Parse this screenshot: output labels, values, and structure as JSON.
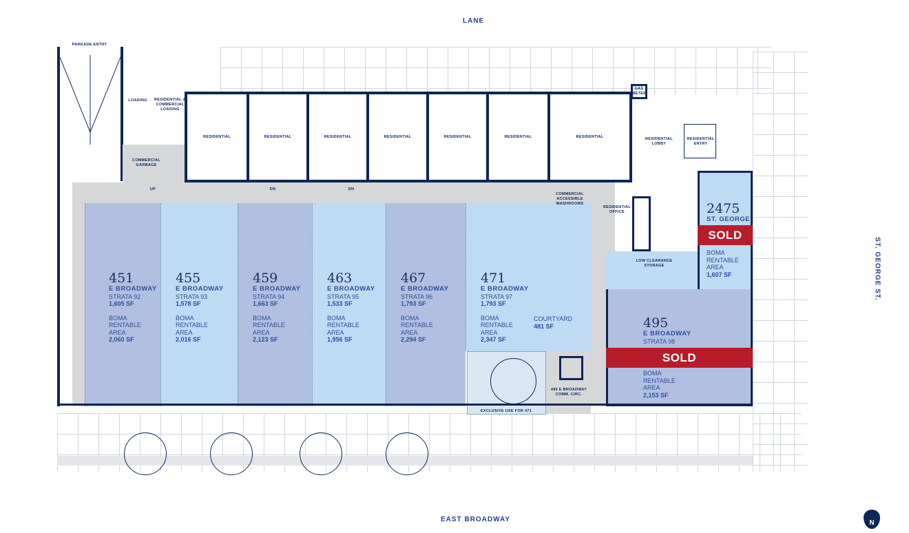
{
  "streets": {
    "north": "LANE",
    "south": "EAST BROADWAY",
    "east": "ST. GEORGE ST."
  },
  "labels": {
    "parkade_entry": "PARKADE ENTRY",
    "loading": "LOADING",
    "res_comm_loading": "RESIDENTIAL & COMMERCIAL LOADING",
    "commercial_garbage": "COMMERCIAL GARBAGE",
    "gas_meter": "GAS METER",
    "residential_lobby": "RESIDENTIAL LOBBY",
    "residential_entry": "RESIDENTIAL ENTRY",
    "residential_office": "RESIDENTIAL OFFICE",
    "commercial_washrooms": "COMMERCIAL ACCESSIBLE WASHROOMS",
    "low_clearance_storage": "LOW CLEARANCE STORAGE",
    "comm_circ": "495 E BROADWAY COMM. CIRC.",
    "exclusive_use": "EXCLUSIVE USE FOR 471",
    "up": "UP",
    "dn": "DN"
  },
  "residential_units": [
    "RESIDENTIAL",
    "RESIDENTIAL",
    "RESIDENTIAL",
    "RESIDENTIAL",
    "RESIDENTIAL",
    "RESIDENTIAL",
    "RESIDENTIAL"
  ],
  "units": [
    {
      "number": "451",
      "street": "E BROADWAY",
      "strata": "STRATA 92",
      "sf": "1,605 SF",
      "boma_label": "BOMA RENTABLE AREA",
      "boma": "2,060 SF"
    },
    {
      "number": "455",
      "street": "E BROADWAY",
      "strata": "STRATA 93",
      "sf": "1,578 SF",
      "boma_label": "BOMA RENTABLE AREA",
      "boma": "2,016 SF"
    },
    {
      "number": "459",
      "street": "E BROADWAY",
      "strata": "STRATA 94",
      "sf": "1,663 SF",
      "boma_label": "BOMA RENTABLE AREA",
      "boma": "2,123 SF"
    },
    {
      "number": "463",
      "street": "E BROADWAY",
      "strata": "STRATA 95",
      "sf": "1,533 SF",
      "boma_label": "BOMA RENTABLE AREA",
      "boma": "1,956 SF"
    },
    {
      "number": "467",
      "street": "E BROADWAY",
      "strata": "STRATA 96",
      "sf": "1,793 SF",
      "boma_label": "BOMA RENTABLE AREA",
      "boma": "2,294 SF"
    },
    {
      "number": "471",
      "street": "E BROADWAY",
      "strata": "STRATA 97",
      "sf": "1,793 SF",
      "boma_label": "BOMA RENTABLE AREA",
      "boma": "2,347 SF",
      "courtyard_label": "COURTYARD",
      "courtyard": "481 SF"
    }
  ],
  "sold_units": [
    {
      "number": "2475",
      "street": "ST. GEORGE",
      "boma_label": "BOMA RENTABLE AREA",
      "boma": "1,607 SF",
      "status": "SOLD"
    },
    {
      "number": "495",
      "street": "E BROADWAY",
      "strata": "STRATA 98",
      "boma_label": "BOMA RENTABLE AREA",
      "boma": "2,153 SF",
      "status": "SOLD"
    }
  ],
  "colors": {
    "navy": "#0f2557",
    "sold": "#b71c2b",
    "unit_dark": "#b1c0e0",
    "unit_light": "#bfdaf3"
  },
  "north_icon": "north-arrow-icon",
  "north_label": "N"
}
